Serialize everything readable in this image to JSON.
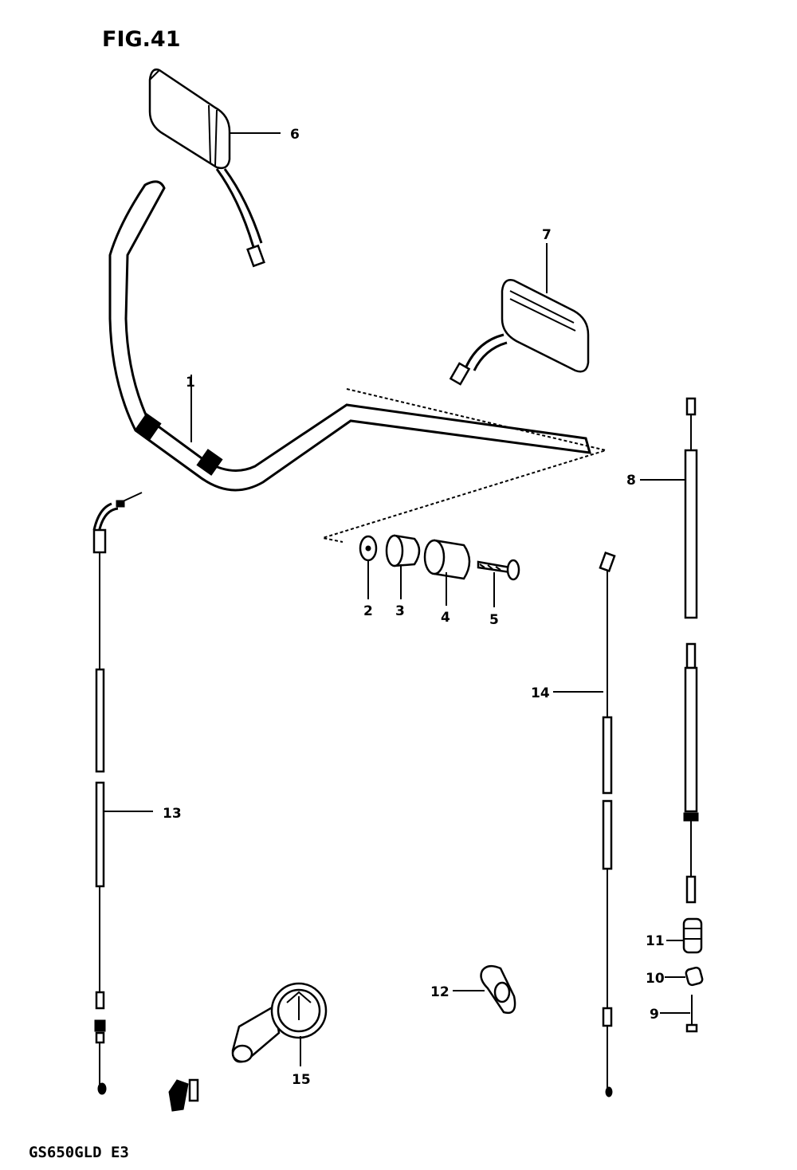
{
  "figure": {
    "title": "FIG.41",
    "footer": "GS650GLD E3"
  },
  "callouts": [
    {
      "id": "1",
      "text": "1"
    },
    {
      "id": "2",
      "text": "2"
    },
    {
      "id": "3",
      "text": "3"
    },
    {
      "id": "4",
      "text": "4"
    },
    {
      "id": "5",
      "text": "5"
    },
    {
      "id": "6",
      "text": "6"
    },
    {
      "id": "7",
      "text": "7"
    },
    {
      "id": "8",
      "text": "8"
    },
    {
      "id": "9",
      "text": "9"
    },
    {
      "id": "10",
      "text": "10"
    },
    {
      "id": "11",
      "text": "11"
    },
    {
      "id": "12",
      "text": "12"
    },
    {
      "id": "13",
      "text": "13"
    },
    {
      "id": "14",
      "text": "14"
    },
    {
      "id": "15",
      "text": "15"
    }
  ]
}
